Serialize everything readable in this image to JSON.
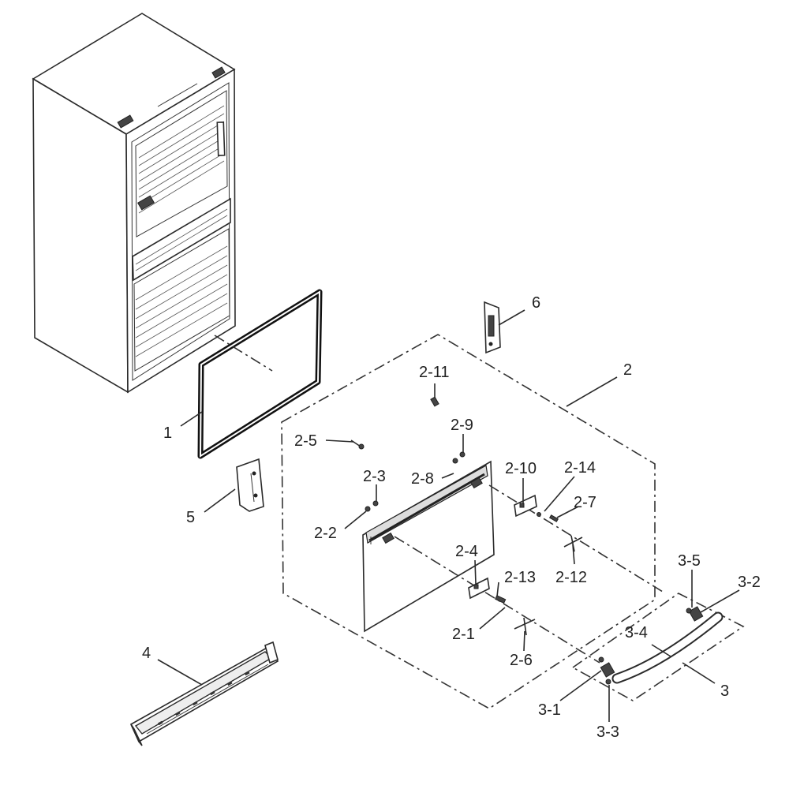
{
  "labels": {
    "p1": "1",
    "p2": "2",
    "p2_1": "2-1",
    "p2_2": "2-2",
    "p2_3": "2-3",
    "p2_4": "2-4",
    "p2_5": "2-5",
    "p2_6": "2-6",
    "p2_7": "2-7",
    "p2_8": "2-8",
    "p2_9": "2-9",
    "p2_10": "2-10",
    "p2_11": "2-11",
    "p2_12": "2-12",
    "p2_13": "2-13",
    "p2_14": "2-14",
    "p3": "3",
    "p3_1": "3-1",
    "p3_2": "3-2",
    "p3_3": "3-3",
    "p3_4": "3-4",
    "p3_5": "3-5",
    "p4": "4",
    "p5": "5",
    "p6": "6"
  }
}
